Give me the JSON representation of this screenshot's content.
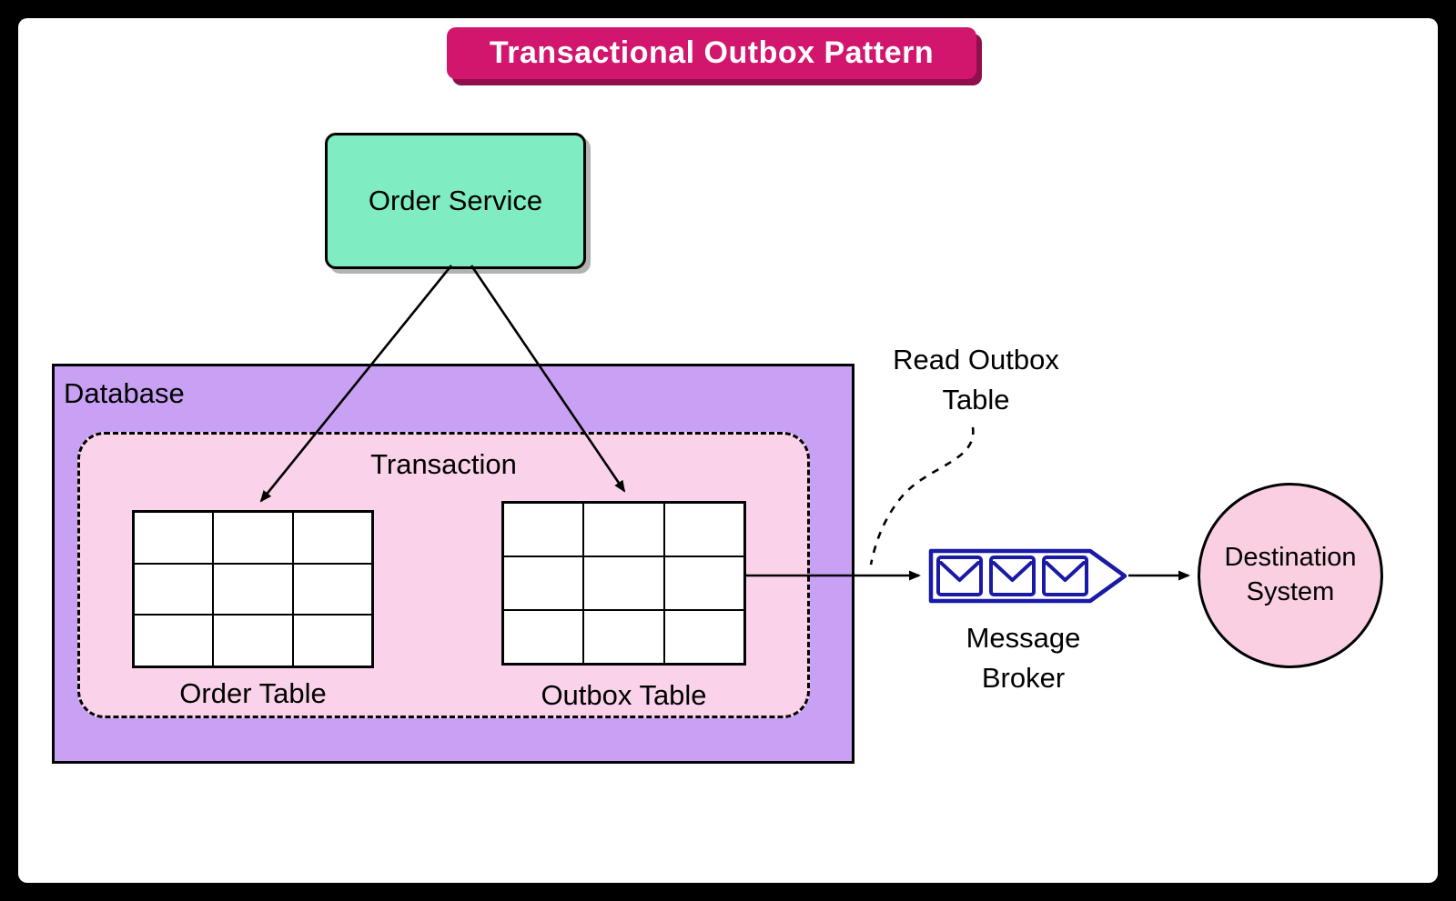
{
  "title": "Transactional Outbox Pattern",
  "nodes": {
    "order_service": {
      "label": "Order Service"
    },
    "database": {
      "label": "Database"
    },
    "transaction": {
      "label": "Transaction"
    },
    "order_table": {
      "label": "Order Table",
      "rows": 3,
      "cols": 3
    },
    "outbox_table": {
      "label": "Outbox Table",
      "rows": 3,
      "cols": 3
    },
    "message_broker": {
      "label": "Message Broker"
    },
    "destination_system": {
      "label": "Destination System"
    }
  },
  "annotations": {
    "read_outbox": {
      "label": "Read Outbox Table"
    }
  },
  "edges": [
    {
      "from": "order_service",
      "to": "order_table",
      "style": "solid-arrow"
    },
    {
      "from": "order_service",
      "to": "outbox_table",
      "style": "solid-arrow"
    },
    {
      "from": "outbox_table",
      "to": "message_broker",
      "style": "solid-arrow"
    },
    {
      "from": "message_broker",
      "to": "destination_system",
      "style": "solid-arrow"
    },
    {
      "from": "read_outbox",
      "to": "outbox-to-broker-arrow",
      "style": "dashed-curve"
    }
  ],
  "colors": {
    "title_bg": "#d2166e",
    "title_shadow": "#8e0f49",
    "title_text": "#ffffff",
    "order_service_bg": "#7fedc1",
    "database_bg": "#c9a1f4",
    "transaction_bg": "#fad2e9",
    "destination_bg": "#f9cfe1",
    "broker_stroke": "#1a1aa6",
    "frame": "#000000",
    "canvas": "#ffffff"
  }
}
